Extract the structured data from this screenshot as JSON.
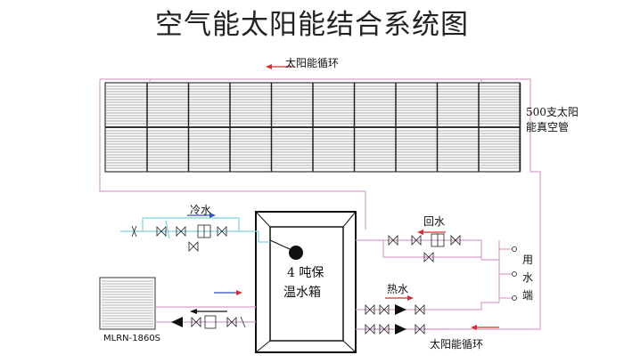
{
  "title": "空气能太阳能结合系统图",
  "labels": {
    "solar_loop_top": "太阳能循环",
    "tubes_line1": "500支太阳",
    "tubes_line2": "能真空管",
    "cold_water": "冷水",
    "return_water": "回水",
    "tank_line1": "4 吨保",
    "tank_line2": "温水箱",
    "hot_water": "热水",
    "usage_end": "用水端",
    "solar_loop_bottom": "太阳能循环",
    "heat_pump_model": "MLRN-1860S"
  },
  "colors": {
    "pipe_pink": "#d9a0c8",
    "pipe_cyan": "#7fd3e0",
    "flow_red": "#d03030",
    "flow_blue": "#3050c0"
  }
}
